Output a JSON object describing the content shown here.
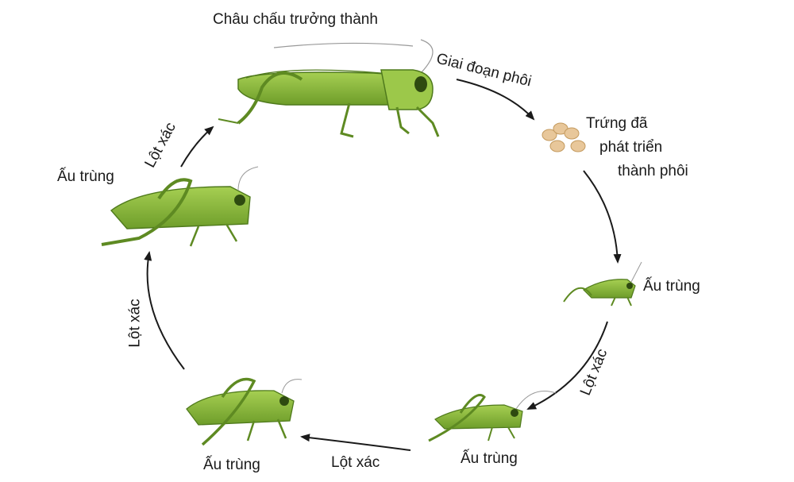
{
  "diagram": {
    "stages": {
      "adult": "Châu chấu trưởng thành",
      "egg_line1": "Trứng đã",
      "egg_line2": "phát triển",
      "egg_line3": "thành phôi",
      "nymph1": "Ấu trùng",
      "nymph2": "Ấu trùng",
      "nymph3": "Ấu trùng",
      "nymph4": "Ấu trùng"
    },
    "transitions": {
      "embryo": "Giai đoạn phôi",
      "molt1": "Lột xác",
      "molt2": "Lột xác",
      "molt3": "Lột xác",
      "molt4": "Lột xác"
    },
    "colors": {
      "body": "#8cbc3a",
      "body_dark": "#4f7a1c",
      "egg": "#e8c79a",
      "arrow": "#1a1a1a"
    }
  }
}
